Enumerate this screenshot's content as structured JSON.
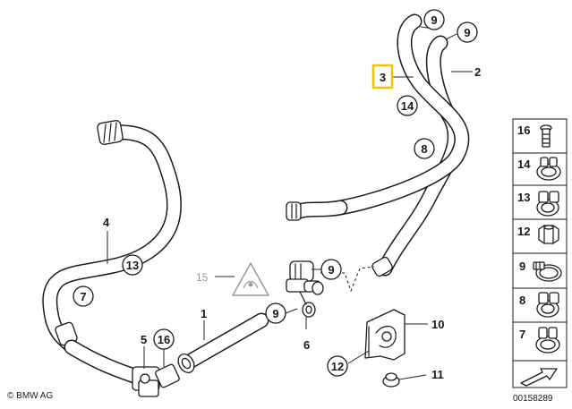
{
  "callouts": {
    "c9_top1": "9",
    "c9_top2": "9",
    "c3": "3",
    "c2": "2",
    "c14": "14",
    "c8": "8",
    "c4": "4",
    "c13": "13",
    "c7": "7",
    "c15": "15",
    "c9_mid": "9",
    "c9_low": "9",
    "c1": "1",
    "c6": "6",
    "c5": "5",
    "c16": "16",
    "c10": "10",
    "c12": "12",
    "c11": "11"
  },
  "sidebar": {
    "items": [
      {
        "label": "16",
        "icon": "bolt-icon"
      },
      {
        "label": "14",
        "icon": "spring-clamp-icon"
      },
      {
        "label": "13",
        "icon": "hose-clamp-icon"
      },
      {
        "label": "12",
        "icon": "nut-icon"
      },
      {
        "label": "9",
        "icon": "band-clamp-icon"
      },
      {
        "label": "8",
        "icon": "hose-clamp-icon"
      },
      {
        "label": "7",
        "icon": "spring-clamp-icon"
      }
    ]
  },
  "colors": {
    "highlight": "#f2c200",
    "ink": "#1b1b1b",
    "faded": "#9a9a9a"
  },
  "footer": {
    "copyright": "© BMW AG",
    "drawing_number": "00158289"
  }
}
